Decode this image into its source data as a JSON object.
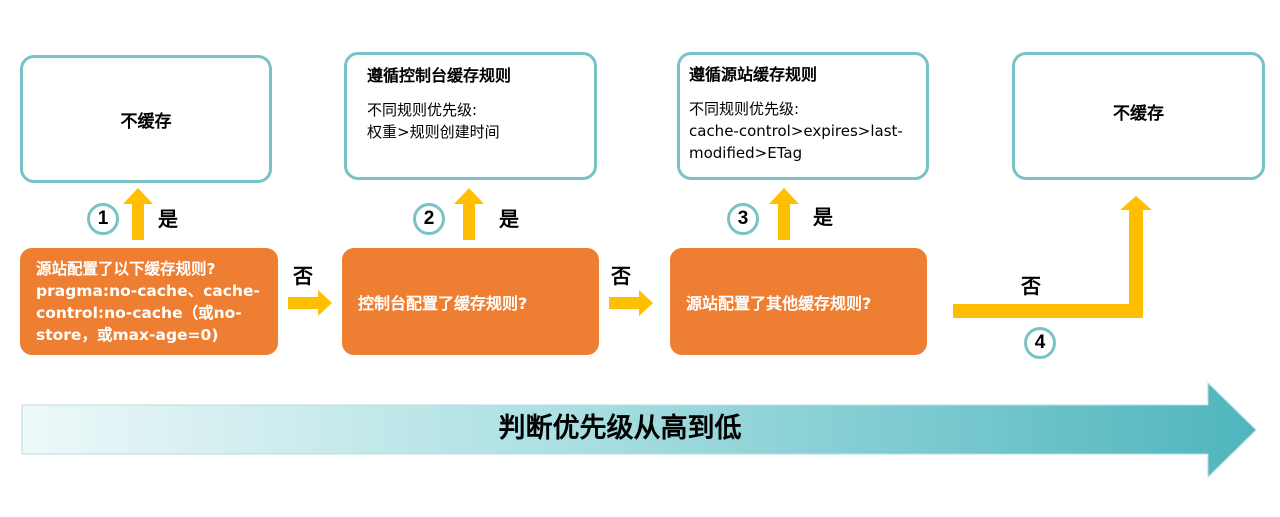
{
  "result_boxes": [
    {
      "text": "不缓存"
    },
    {
      "title": "遵循控制台缓存规则",
      "body": "不同规则优先级:\n权重>规则创建时间"
    },
    {
      "title": "遵循源站缓存规则",
      "body": "不同规则优先级:\ncache-control>expires>last-\nmodified>ETag"
    },
    {
      "text": "不缓存"
    }
  ],
  "decisions": [
    {
      "lines": [
        "源站配置了以下缓存规则?",
        "pragma:no-cache、cache-",
        "control:no-cache（或no-",
        "store，或max-age=0)"
      ]
    },
    {
      "text": "控制台配置了缓存规则?"
    },
    {
      "text": "源站配置了其他缓存规则?"
    }
  ],
  "steps": [
    "1",
    "2",
    "3",
    "4"
  ],
  "yes_label": "是",
  "no_label": "否",
  "priority_band": "判断优先级从高到低",
  "colors": {
    "teal_border": "#79c3c7",
    "orange": "#ee7f32",
    "arrow_yellow": "#ffbf00",
    "band_light": "#e8f6f7",
    "band_dark": "#5bbcc4"
  }
}
